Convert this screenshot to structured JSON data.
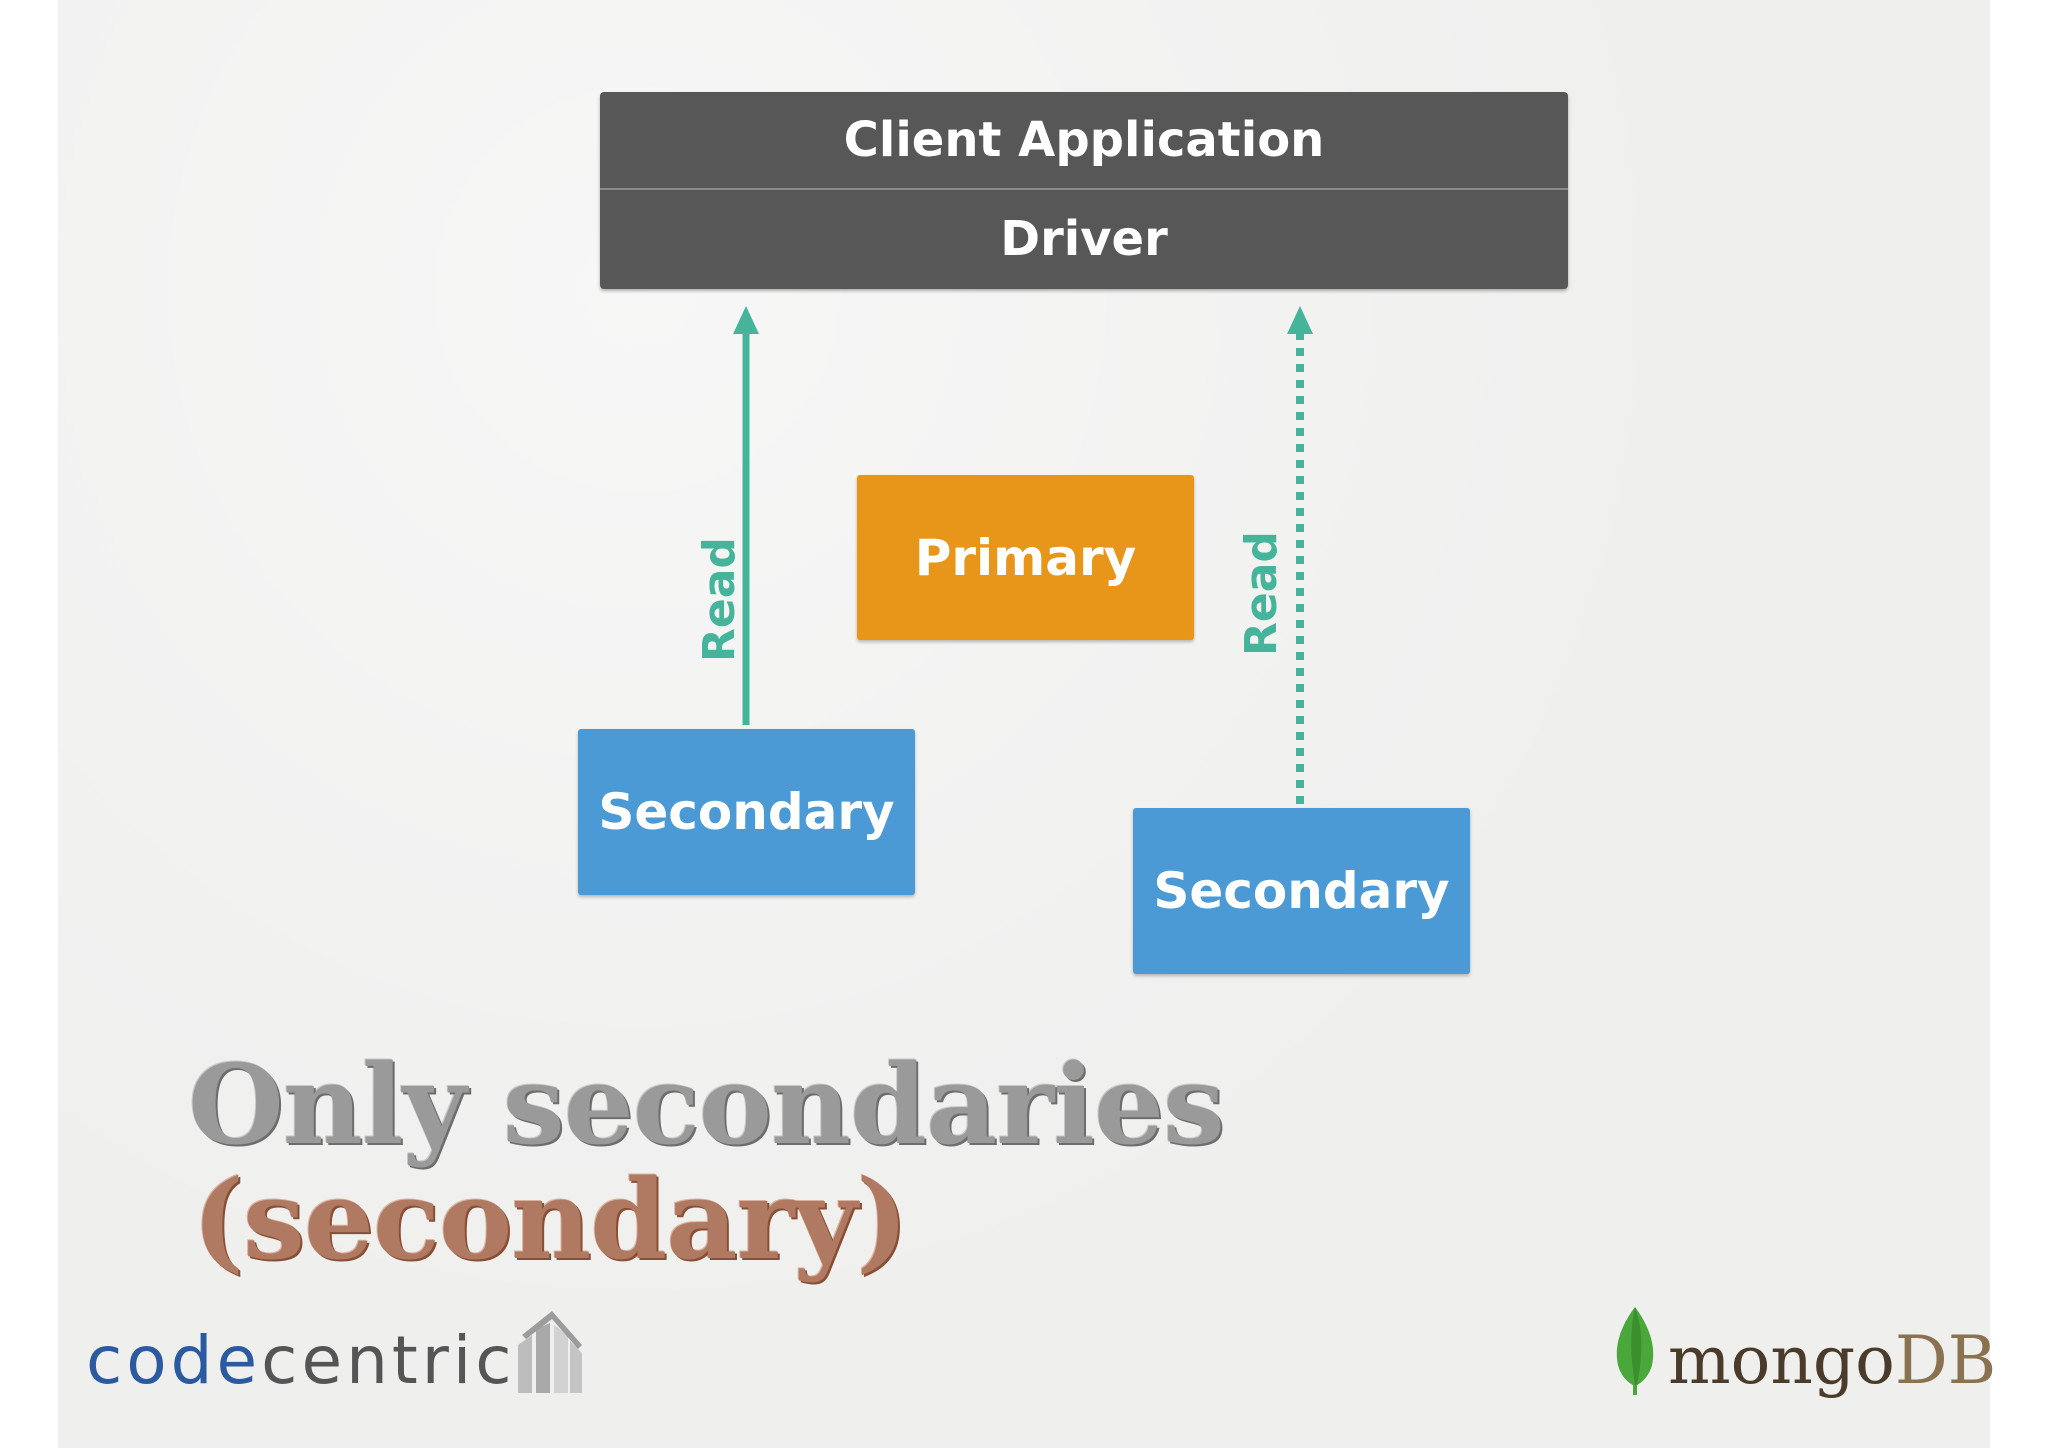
{
  "diagram": {
    "client": {
      "app_label": "Client Application",
      "driver_label": "Driver"
    },
    "nodes": {
      "primary": "Primary",
      "secondary_left": "Secondary",
      "secondary_right": "Secondary"
    },
    "edges": {
      "left_read_label": "Read",
      "right_read_label": "Read"
    }
  },
  "title": {
    "line1": "Only secondaries",
    "line2": "(secondary)"
  },
  "logos": {
    "codecentric": {
      "part1": "code",
      "part2": "centric"
    },
    "mongodb": {
      "part1": "mongo",
      "part2": "DB"
    }
  },
  "colors": {
    "client_box": "#575757",
    "primary": "#e8961a",
    "secondary": "#4b9ad5",
    "read_arrow": "#45b49a",
    "title_gray": "#9a9a9a",
    "title_brown": "#b07a62"
  }
}
